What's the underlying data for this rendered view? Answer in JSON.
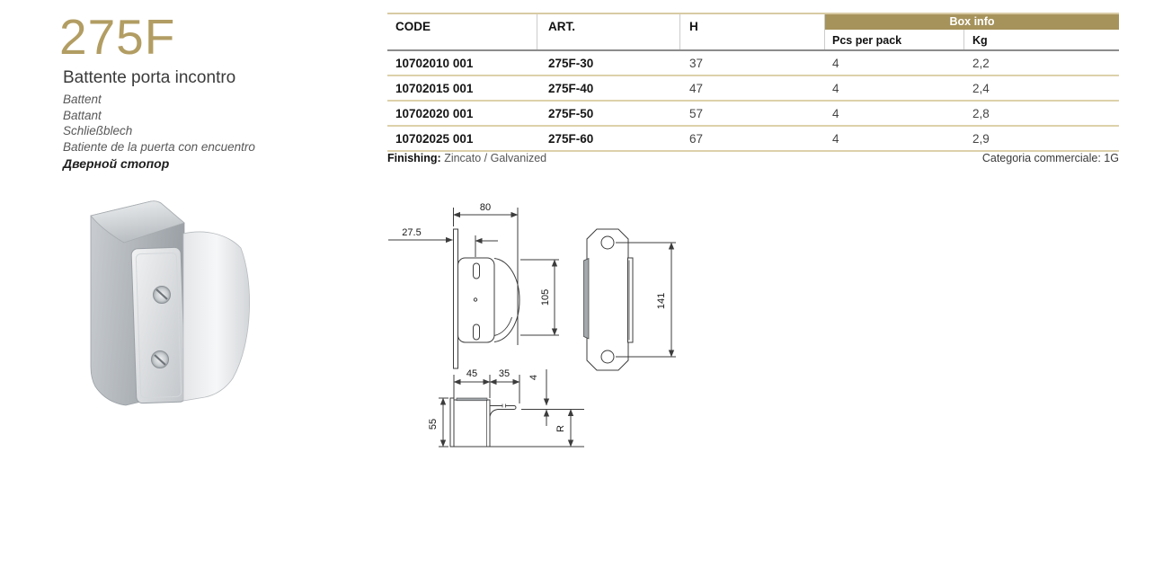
{
  "product": {
    "title": "275F",
    "name_primary": "Battente porta incontro",
    "name_en": "Battent",
    "name_fr": "Battant",
    "name_de": "Schließblech",
    "name_es": "Batiente de la puerta con encuentro",
    "name_ru": "Дверной стопор"
  },
  "colors": {
    "title_gold": "#b29d63",
    "box_info_band": "#a6935b",
    "table_line_tan": "#d8cba4",
    "header_underline": "#8c8c8c"
  },
  "table": {
    "headers": {
      "code": "CODE",
      "art": "ART.",
      "h": "H",
      "box_info": "Box info",
      "pcs_per_pack": "Pcs per pack",
      "kg": "Kg"
    },
    "rows": [
      {
        "code": "10702010 001",
        "art": "275F-30",
        "h": "37",
        "pcs": "4",
        "kg": "2,2"
      },
      {
        "code": "10702015 001",
        "art": "275F-40",
        "h": "47",
        "pcs": "4",
        "kg": "2,4"
      },
      {
        "code": "10702020 001",
        "art": "275F-50",
        "h": "57",
        "pcs": "4",
        "kg": "2,8"
      },
      {
        "code": "10702025 001",
        "art": "275F-60",
        "h": "67",
        "pcs": "4",
        "kg": "2,9"
      }
    ]
  },
  "footer": {
    "finishing_label": "Finishing:",
    "finishing_value": " Zincato / Galvanized",
    "category": "Categoria commerciale: 1G"
  },
  "drawings": {
    "side_view": {
      "width": "80",
      "plate_offset": "27.5",
      "height": "105"
    },
    "front_view": {
      "hole_distance": "141"
    },
    "top_view": {
      "body_depth": "45",
      "tab_length": "35",
      "tab_thickness": "4",
      "body_width": "55",
      "radius": "R"
    }
  }
}
